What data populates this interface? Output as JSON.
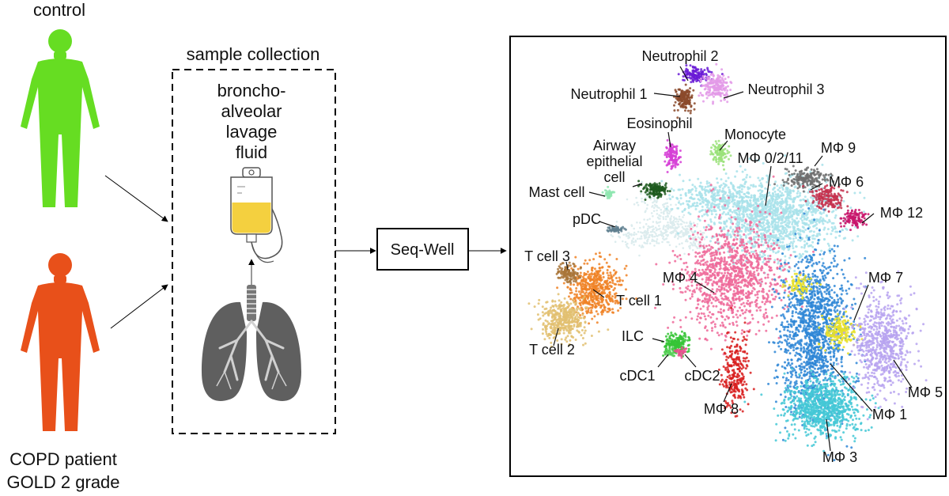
{
  "left": {
    "control_label": "control",
    "patient_label_line1": "COPD patient",
    "patient_label_line2": "GOLD 2 grade",
    "colors": {
      "control": "#66dd22",
      "patient": "#e8501a"
    }
  },
  "sample": {
    "title": "sample collection",
    "fluid_lines": [
      "broncho-",
      "alveolar",
      "lavage",
      "fluid"
    ],
    "bag_fill_color": "#f4d03f",
    "lung_color": "#5f5f5f"
  },
  "method": {
    "label": "Seq-Well"
  },
  "umap": {
    "clusters": [
      {
        "name": "Neutrophil 2",
        "color": "#6a1bd6"
      },
      {
        "name": "Neutrophil 1",
        "color": "#8b4a2b"
      },
      {
        "name": "Neutrophil 3",
        "color": "#e39ae8"
      },
      {
        "name": "Eosinophil",
        "color": "#d63fd6"
      },
      {
        "name": "Monocyte",
        "color": "#9be27a"
      },
      {
        "name": "Airway epithelial cell",
        "color": "#1f5a1f"
      },
      {
        "name": "Mast cell",
        "color": "#8fe6b0"
      },
      {
        "name": "pDC",
        "color": "#5f7f8f"
      },
      {
        "name": "MΦ 0/2/11",
        "color": "#a8e2ea"
      },
      {
        "name": "MΦ 9",
        "color": "#6e6e6e"
      },
      {
        "name": "MΦ 6",
        "color": "#c4304e"
      },
      {
        "name": "MΦ 12",
        "color": "#c8146a"
      },
      {
        "name": "MΦ 4",
        "color": "#ef6a9a"
      },
      {
        "name": "MΦ 7",
        "color": "#e8e02a"
      },
      {
        "name": "MΦ 5",
        "color": "#b7a3f0"
      },
      {
        "name": "MΦ 1",
        "color": "#2e86d6"
      },
      {
        "name": "MΦ 3",
        "color": "#44c8d6"
      },
      {
        "name": "MΦ 8",
        "color": "#d81f1f"
      },
      {
        "name": "T cell 3",
        "color": "#a9763a"
      },
      {
        "name": "T cell 1",
        "color": "#f08226"
      },
      {
        "name": "T cell 2",
        "color": "#e2c070"
      },
      {
        "name": "ILC",
        "color": "#36c436"
      },
      {
        "name": "cDC1",
        "color": "#58d058"
      },
      {
        "name": "cDC2",
        "color": "#e8508e"
      }
    ],
    "labels": {
      "neutrophil2": "Neutrophil 2",
      "neutrophil1": "Neutrophil 1",
      "neutrophil3": "Neutrophil 3",
      "eosinophil": "Eosinophil",
      "monocyte": "Monocyte",
      "airway1": "Airway",
      "airway2": "epithelial",
      "airway3": "cell",
      "mast": "Mast cell",
      "pdc": "pDC",
      "mf0211": "MΦ 0/2/11",
      "mf9": "MΦ 9",
      "mf6": "MΦ 6",
      "mf12": "MΦ 12",
      "mf4": "MΦ 4",
      "mf7": "MΦ 7",
      "mf5": "MΦ 5",
      "mf1": "MΦ 1",
      "mf3": "MΦ 3",
      "mf8": "MΦ 8",
      "tcell3": "T cell 3",
      "tcell1": "T cell 1",
      "tcell2": "T cell 2",
      "ilc": "ILC",
      "cdc1": "cDC1",
      "cdc2": "cDC2"
    }
  }
}
